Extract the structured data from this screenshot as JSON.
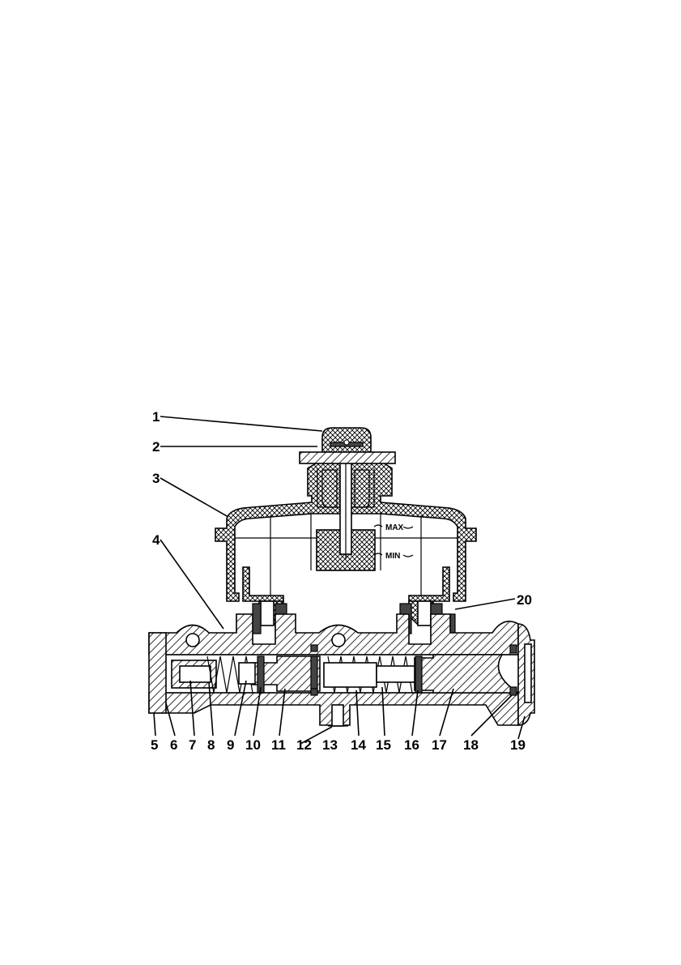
{
  "diagram": {
    "levels": {
      "max": "MAX",
      "min": "MIN"
    },
    "callouts": [
      {
        "id": "1",
        "text": "1"
      },
      {
        "id": "2",
        "text": "2"
      },
      {
        "id": "3",
        "text": "3"
      },
      {
        "id": "4",
        "text": "4"
      },
      {
        "id": "20",
        "text": "20"
      },
      {
        "id": "5",
        "text": "5"
      },
      {
        "id": "6",
        "text": "6"
      },
      {
        "id": "7",
        "text": "7"
      },
      {
        "id": "8",
        "text": "8"
      },
      {
        "id": "9",
        "text": "9"
      },
      {
        "id": "10",
        "text": "10"
      },
      {
        "id": "11",
        "text": "11"
      },
      {
        "id": "12",
        "text": "12"
      },
      {
        "id": "13",
        "text": "13"
      },
      {
        "id": "14",
        "text": "14"
      },
      {
        "id": "15",
        "text": "15"
      },
      {
        "id": "16",
        "text": "16"
      },
      {
        "id": "17",
        "text": "17"
      },
      {
        "id": "18",
        "text": "18"
      },
      {
        "id": "19",
        "text": "19"
      }
    ]
  }
}
